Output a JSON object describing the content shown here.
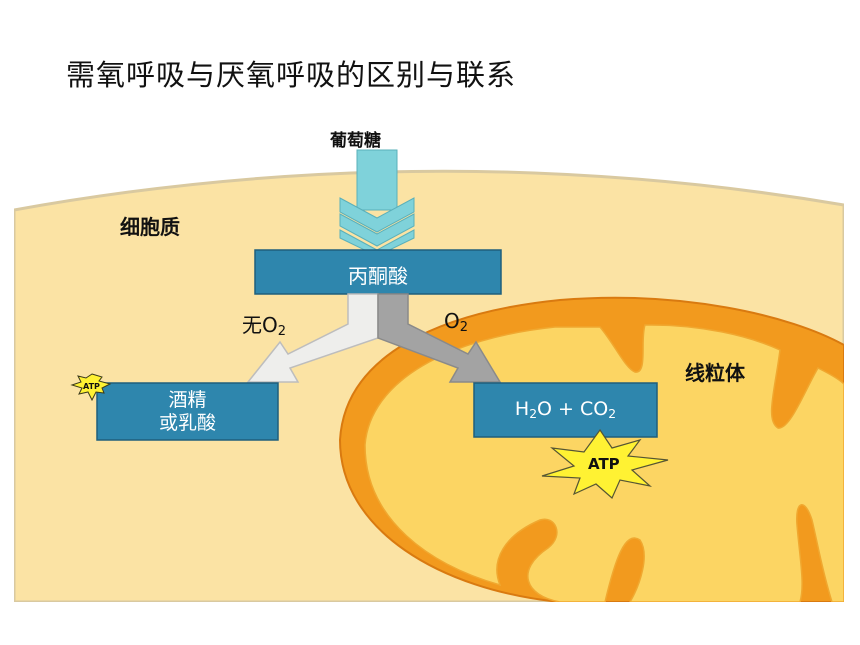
{
  "title": "需氧呼吸与厌氧呼吸的区别与联系",
  "labels": {
    "glucose": "葡萄糖",
    "cytoplasm": "细胞质",
    "pyruvate": "丙酮酸",
    "no_oxygen": "无O",
    "oxygen": "O",
    "oxygen_sub": "2",
    "mitochondria": "线粒体",
    "anaerobic_line1": "酒精",
    "anaerobic_line2": "或乳酸",
    "aerobic_h": "H",
    "aerobic_sub1": "2",
    "aerobic_mid": "O + CO",
    "aerobic_sub2": "2",
    "atp_small": "ATP",
    "atp_large": "ATP"
  },
  "colors": {
    "cytoplasm_fill": "#fbe3a4",
    "cell_membrane": "#d9c9a0",
    "mito_outer": "#f29a1e",
    "mito_inner": "#fcd563",
    "box_fill": "#2e86ad",
    "box_border": "#1f5f7c",
    "glucose_arrow": "#7fd2da",
    "branch_light": "#eeeeec",
    "branch_dark": "#a3a3a3",
    "atp_star": "#fff233"
  }
}
